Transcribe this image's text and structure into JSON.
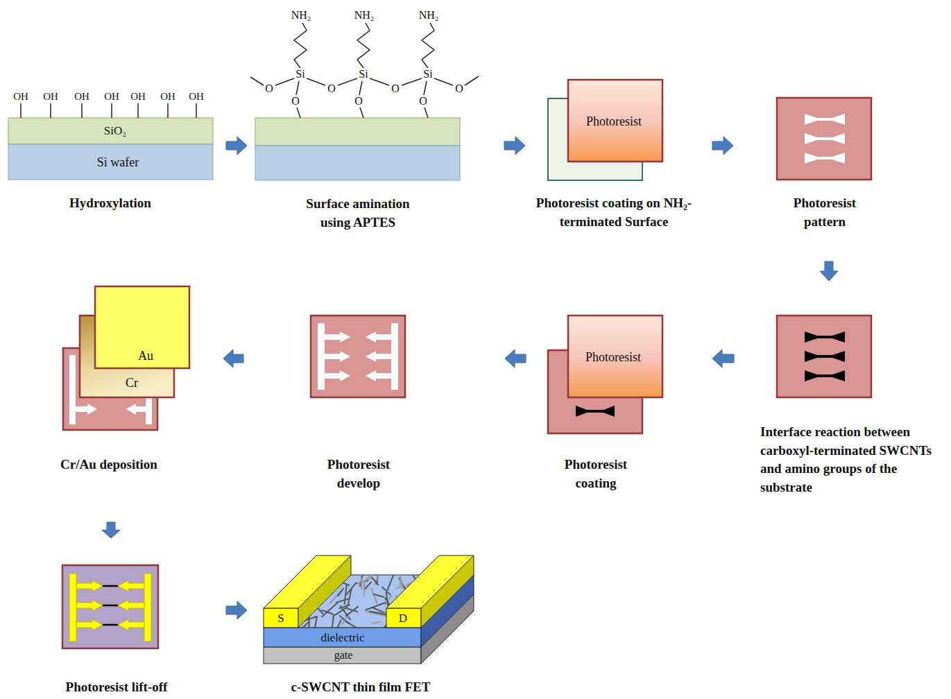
{
  "diagram": {
    "nodes": [
      {
        "text": [
          "Hydroxylation"
        ]
      },
      {
        "text": [
          "Surface amination using APTES"
        ]
      },
      {
        "text": [
          "Photoresist coating on NH₂-terminated Surface"
        ]
      },
      {
        "text": [
          "Photoresist pattern"
        ]
      },
      {
        "text": [
          "Interface reaction between carboxyl-terminated SWCNTs and amino groups of the substrate"
        ]
      },
      {
        "text": [
          "Photoresist coating"
        ]
      },
      {
        "text": [
          "Photoresist develop"
        ]
      },
      {
        "text": [
          "Cr/Au deposition"
        ]
      },
      {
        "text": [
          "Photoresist lift-off"
        ]
      },
      {
        "text": [
          "c-SWCNT thin film FET"
        ]
      }
    ],
    "edges": [
      {
        "from": 0,
        "to": 1,
        "arrow": "to"
      },
      {
        "from": 1,
        "to": 2,
        "arrow": "to"
      },
      {
        "from": 2,
        "to": 3,
        "arrow": "to"
      },
      {
        "from": 3,
        "to": 4,
        "arrow": "to"
      },
      {
        "from": 4,
        "to": 5,
        "arrow": "to"
      },
      {
        "from": 5,
        "to": 6,
        "arrow": "to"
      },
      {
        "from": 6,
        "to": 7,
        "arrow": "to"
      },
      {
        "from": 7,
        "to": 8,
        "arrow": "to"
      },
      {
        "from": 8,
        "to": 9,
        "arrow": "to"
      }
    ],
    "labels": [
      "OH",
      "OH",
      "OH",
      "OH",
      "OH",
      "OH",
      "OH",
      "SiO₂",
      "Si wafer",
      "NH₂",
      "NH₂",
      "NH₂",
      "Si",
      "Si",
      "Si",
      "O",
      "O",
      "O",
      "O",
      "O",
      "O",
      "O",
      "Photoresist",
      "Photoresist",
      "Au",
      "Cr",
      "S",
      "D",
      "dielectric",
      "gate"
    ]
  }
}
